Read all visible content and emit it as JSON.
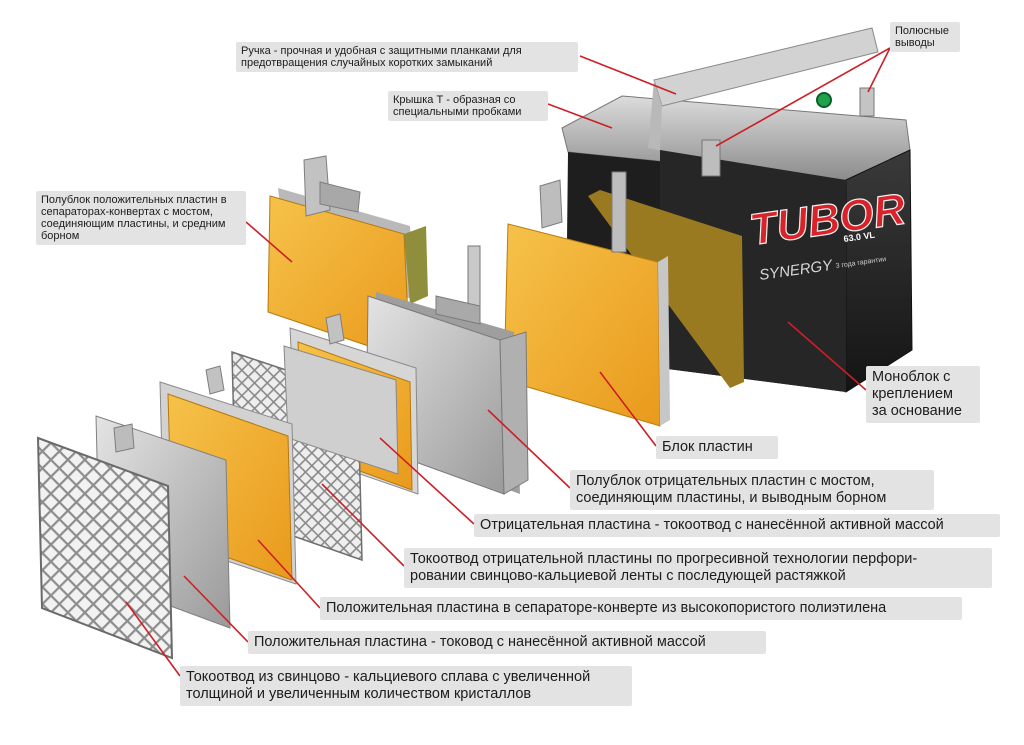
{
  "colors": {
    "leader": "#cc1f26",
    "label_bg": "#e3e3e3",
    "plate_orange": "#f4b63a",
    "battery_case": "#2a2a2a",
    "brand_red": "#d8232a"
  },
  "battery": {
    "brand": "TUBOR",
    "series": "SYNERGY",
    "capacity": "63.0 VL",
    "warranty": "3 года гарантии"
  },
  "labels": {
    "handle": [
      "Ручка - прочная и удобная с защитными планками для",
      "предотвращения случайных коротких замыканий"
    ],
    "terminals": [
      "Полюсные",
      "выводы"
    ],
    "lid": [
      "Крышка Т - образная со",
      "специальными пробками"
    ],
    "pos_halfblock": [
      "Полублок положительных пластин в",
      "сепараторах-конвертах с мостом,",
      "соединяющим пластины, и средним",
      "борном"
    ],
    "monoblock": [
      "Моноблок с",
      "креплением",
      "за основание"
    ],
    "plate_block": [
      "Блок пластин"
    ],
    "neg_halfblock": [
      "Полублок отрицательных пластин с мостом,",
      "соединяющим пластины, и выводным борном"
    ],
    "neg_plate": [
      "Отрицательная пластина - токоотвод с нанесённой активной массой"
    ],
    "neg_grid": [
      "Токоотвод отрицательной пластины по прогресивной технологии перфори-",
      "ровании свинцово-кальциевой ленты с последующей растяжкой"
    ],
    "pos_plate_sep": [
      "Положительная пластина в сепараторе-конверте из высокопористого полиэтилена"
    ],
    "pos_plate": [
      "Положительная пластина - токовод с нанесённой активной массой"
    ],
    "pos_grid": [
      "Токоотвод из свинцово - кальциевого сплава с увеличенной",
      "толщиной и увеличенным количеством кристаллов"
    ]
  }
}
